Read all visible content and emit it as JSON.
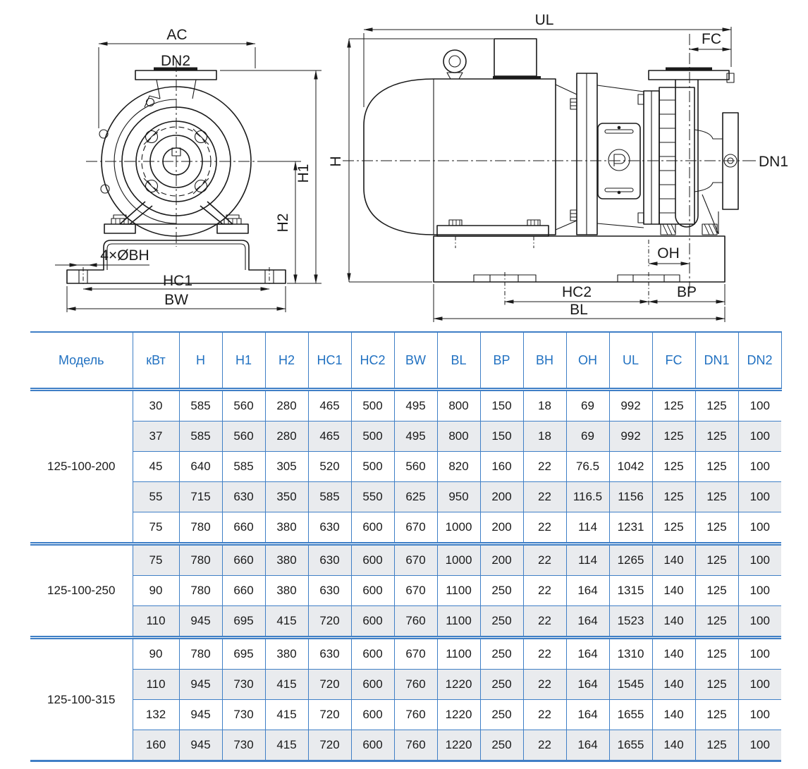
{
  "drawing": {
    "front_view": {
      "labels": {
        "ac": "AC",
        "dn2": "DN2",
        "h1": "H1",
        "h2": "H2",
        "bolt_holes": "4×ØBH",
        "hc1": "HC1",
        "bw": "BW"
      }
    },
    "side_view": {
      "labels": {
        "ul": "UL",
        "fc": "FC",
        "h": "H",
        "dn1": "DN1",
        "oh": "OH",
        "hc2": "HC2",
        "bp": "BP",
        "bl": "BL"
      }
    }
  },
  "table": {
    "headers": [
      "Модель",
      "кВт",
      "H",
      "H1",
      "H2",
      "HC1",
      "HC2",
      "BW",
      "BL",
      "BP",
      "BH",
      "OH",
      "UL",
      "FC",
      "DN1",
      "DN2"
    ],
    "groups": [
      {
        "model": "125-100-200",
        "rows": [
          [
            "30",
            "585",
            "560",
            "280",
            "465",
            "500",
            "495",
            "800",
            "150",
            "18",
            "69",
            "992",
            "125",
            "125",
            "100"
          ],
          [
            "37",
            "585",
            "560",
            "280",
            "465",
            "500",
            "495",
            "800",
            "150",
            "18",
            "69",
            "992",
            "125",
            "125",
            "100"
          ],
          [
            "45",
            "640",
            "585",
            "305",
            "520",
            "500",
            "560",
            "820",
            "160",
            "22",
            "76.5",
            "1042",
            "125",
            "125",
            "100"
          ],
          [
            "55",
            "715",
            "630",
            "350",
            "585",
            "550",
            "625",
            "950",
            "200",
            "22",
            "116.5",
            "1156",
            "125",
            "125",
            "100"
          ],
          [
            "75",
            "780",
            "660",
            "380",
            "630",
            "600",
            "670",
            "1000",
            "200",
            "22",
            "114",
            "1231",
            "125",
            "125",
            "100"
          ]
        ]
      },
      {
        "model": "125-100-250",
        "rows": [
          [
            "75",
            "780",
            "660",
            "380",
            "630",
            "600",
            "670",
            "1000",
            "200",
            "22",
            "114",
            "1265",
            "140",
            "125",
            "100"
          ],
          [
            "90",
            "780",
            "660",
            "380",
            "630",
            "600",
            "670",
            "1100",
            "250",
            "22",
            "164",
            "1315",
            "140",
            "125",
            "100"
          ],
          [
            "110",
            "945",
            "695",
            "415",
            "720",
            "600",
            "760",
            "1100",
            "250",
            "22",
            "164",
            "1523",
            "140",
            "125",
            "100"
          ]
        ]
      },
      {
        "model": "125-100-315",
        "rows": [
          [
            "90",
            "780",
            "695",
            "380",
            "630",
            "600",
            "670",
            "1100",
            "250",
            "22",
            "164",
            "1310",
            "140",
            "125",
            "100"
          ],
          [
            "110",
            "945",
            "730",
            "415",
            "720",
            "600",
            "760",
            "1220",
            "250",
            "22",
            "164",
            "1545",
            "140",
            "125",
            "100"
          ],
          [
            "132",
            "945",
            "730",
            "415",
            "720",
            "600",
            "760",
            "1220",
            "250",
            "22",
            "164",
            "1655",
            "140",
            "125",
            "100"
          ],
          [
            "160",
            "945",
            "730",
            "415",
            "720",
            "600",
            "760",
            "1220",
            "250",
            "22",
            "164",
            "1655",
            "140",
            "125",
            "100"
          ]
        ]
      }
    ]
  },
  "colors": {
    "accent_blue": "#2171c1",
    "border_blue": "#3f7fc6",
    "row_shade": "#e9ebee",
    "line_black": "#1a1a1a"
  }
}
